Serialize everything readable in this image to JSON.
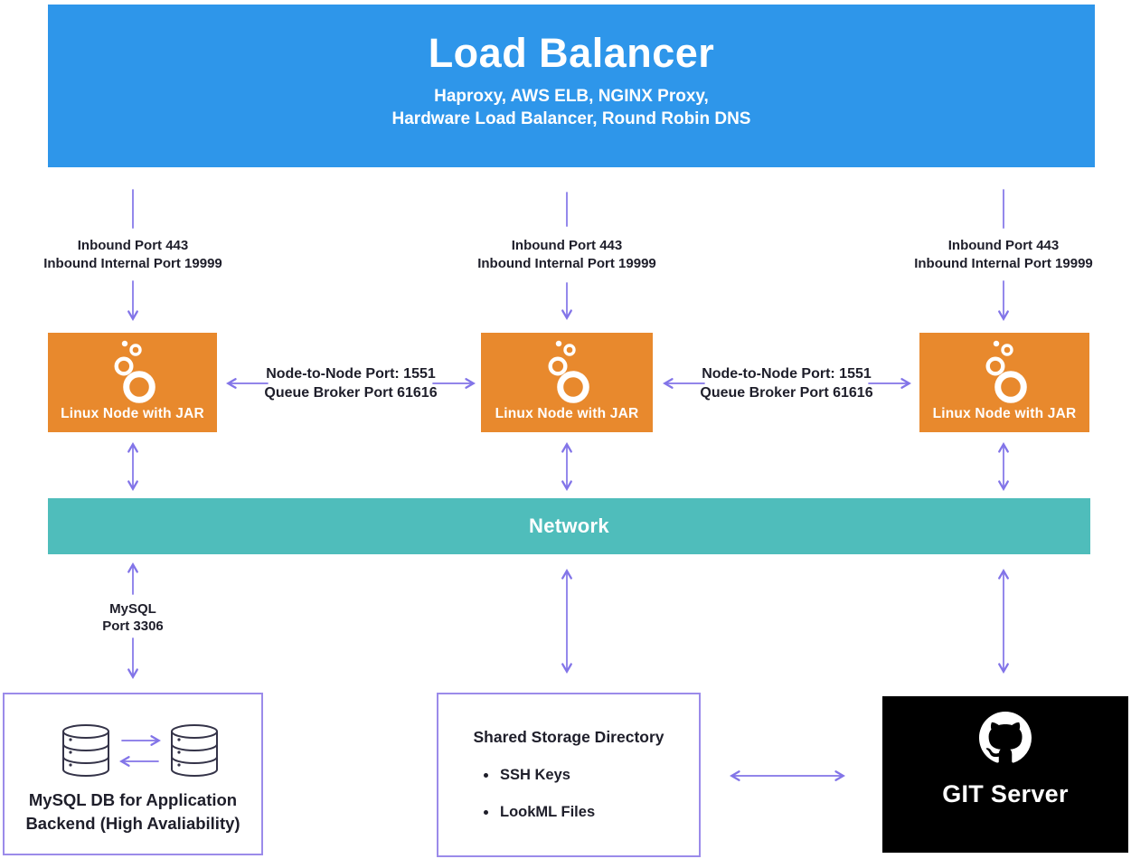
{
  "colors": {
    "blue": "#2E96EA",
    "orange": "#E8892D",
    "teal": "#4FBDBB",
    "arrow_purple": "#8274E8",
    "border_purple": "#9B8BEA",
    "git_black": "#000000",
    "text_dark": "#1E1E2A",
    "db_icon_ink": "#343348"
  },
  "load_balancer": {
    "title": "Load Balancer",
    "subtitle_line1": "Haproxy, AWS ELB, NGINX Proxy,",
    "subtitle_line2": "Hardware Load Balancer, Round Robin DNS"
  },
  "inbound_label": {
    "line1": "Inbound Port 443",
    "line2": "Inbound Internal Port 19999"
  },
  "node_link_label": {
    "line1": "Node-to-Node Port: 1551",
    "line2": "Queue Broker Port 61616"
  },
  "linux_node": {
    "label": "Linux Node with JAR"
  },
  "network": {
    "label": "Network"
  },
  "mysql_link_label": {
    "line1": "MySQL",
    "line2": "Port 3306"
  },
  "mysql_db_box": {
    "line1": "MySQL DB for Application",
    "line2": "Backend (High Avaliability)"
  },
  "shared_storage": {
    "title": "Shared Storage Directory",
    "items": [
      "SSH Keys",
      "LookML Files"
    ]
  },
  "git_server": {
    "label": "GIT Server"
  }
}
